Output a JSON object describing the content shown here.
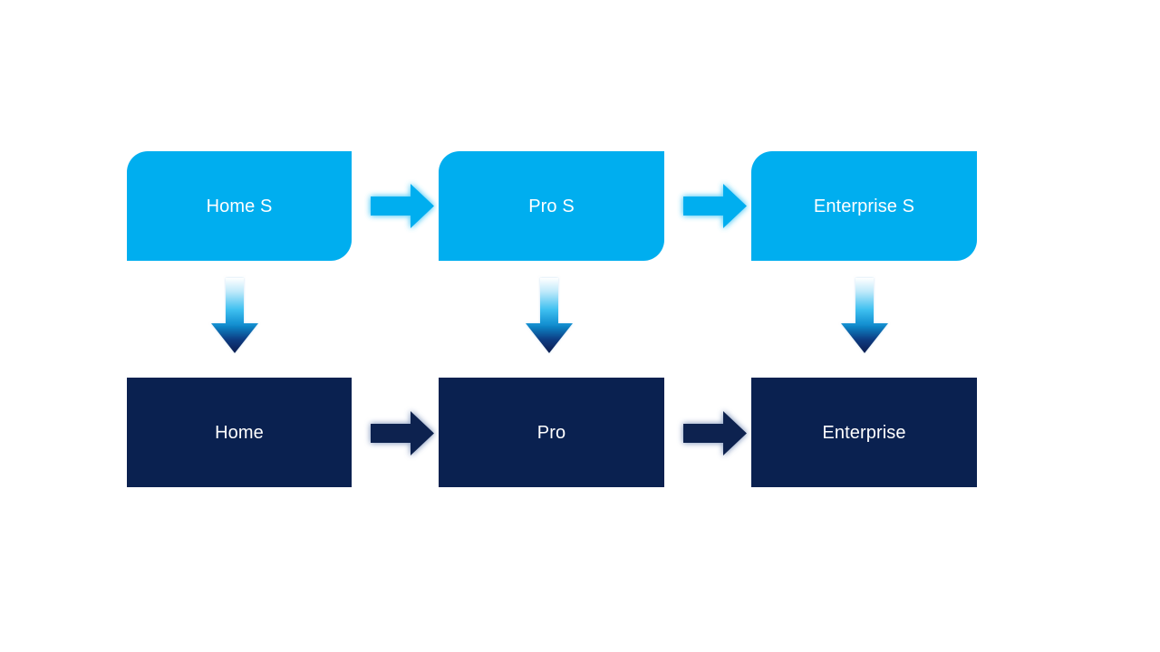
{
  "diagram": {
    "title": "Tier progression diagram",
    "background_color": "#FFFFFF",
    "colors": {
      "tier_top_fill": "#00AEEF",
      "tier_bottom_fill": "#0A2150",
      "label_text": "#FFFFFF",
      "vertical_arrow_gradient_start": "#FFFFFF",
      "vertical_arrow_gradient_mid": "#29ABE2",
      "vertical_arrow_gradient_end": "#06205C"
    },
    "rows": [
      {
        "id": "top-row",
        "name": "service-tiers",
        "fill": "#00AEEF",
        "shape": "rounded-diagonal",
        "nodes": [
          {
            "id": "home-s",
            "label": "Home S"
          },
          {
            "id": "pro-s",
            "label": "Pro S"
          },
          {
            "id": "enterprise-s",
            "label": "Enterprise S"
          }
        ]
      },
      {
        "id": "bottom-row",
        "name": "product-tiers",
        "fill": "#0A2150",
        "shape": "rectangle",
        "nodes": [
          {
            "id": "home",
            "label": "Home"
          },
          {
            "id": "pro",
            "label": "Pro"
          },
          {
            "id": "enterprise",
            "label": "Enterprise"
          }
        ]
      }
    ],
    "connectors": {
      "horizontal_top": [
        {
          "id": "home-s-to-pro-s",
          "from": "Home S",
          "to": "Pro S",
          "icon": "arrow-right-icon",
          "color": "#00AEEF"
        },
        {
          "id": "pro-s-to-enterprise-s",
          "from": "Pro S",
          "to": "Enterprise S",
          "icon": "arrow-right-icon",
          "color": "#00AEEF"
        }
      ],
      "horizontal_bottom": [
        {
          "id": "home-to-pro",
          "from": "Home",
          "to": "Pro",
          "icon": "arrow-right-icon",
          "color": "#0A2150"
        },
        {
          "id": "pro-to-enterprise",
          "from": "Pro",
          "to": "Enterprise",
          "icon": "arrow-right-icon",
          "color": "#0A2150"
        }
      ],
      "vertical": [
        {
          "id": "home-s-to-home",
          "from": "Home S",
          "to": "Home",
          "icon": "arrow-down-icon"
        },
        {
          "id": "pro-s-to-pro",
          "from": "Pro S",
          "to": "Pro",
          "icon": "arrow-down-icon"
        },
        {
          "id": "enterprise-s-to-enterprise",
          "from": "Enterprise S",
          "to": "Enterprise",
          "icon": "arrow-down-icon"
        }
      ]
    }
  }
}
